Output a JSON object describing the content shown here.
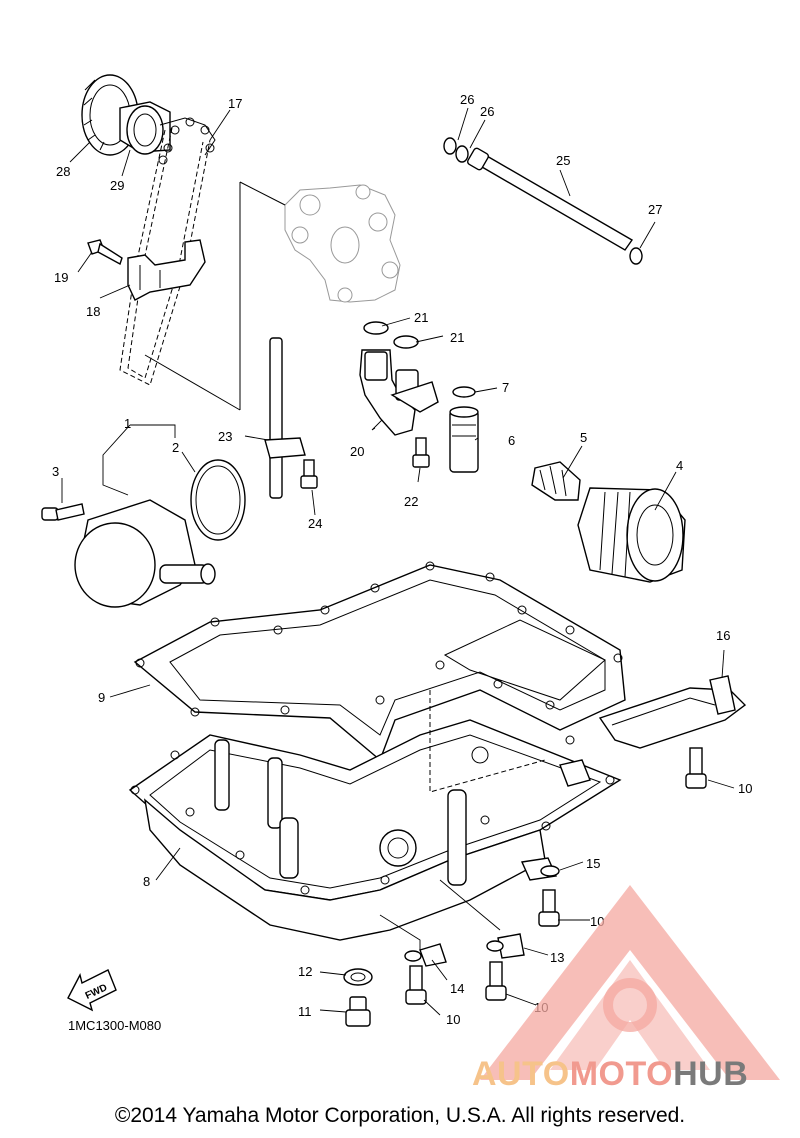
{
  "diagram_code": "1MC1300-M080",
  "copyright": "©2014 Yamaha Motor Corporation, U.S.A. All rights reserved.",
  "fwd_label": "FWD",
  "watermark": {
    "auto": "AUTO",
    "moto": "MOTO",
    "hub": "HUB",
    "colors": {
      "auto": "#f6c38a",
      "moto": "#f19a8f",
      "hub": "#7a7a7a",
      "triangle": "#f4a8a0"
    }
  },
  "callouts": [
    {
      "id": "c1",
      "label": "1"
    },
    {
      "id": "c2",
      "label": "2"
    },
    {
      "id": "c3",
      "label": "3"
    },
    {
      "id": "c4",
      "label": "4"
    },
    {
      "id": "c5",
      "label": "5"
    },
    {
      "id": "c6",
      "label": "6"
    },
    {
      "id": "c7",
      "label": "7"
    },
    {
      "id": "c8",
      "label": "8"
    },
    {
      "id": "c9",
      "label": "9"
    },
    {
      "id": "c10a",
      "label": "10"
    },
    {
      "id": "c10b",
      "label": "10"
    },
    {
      "id": "c10c",
      "label": "10"
    },
    {
      "id": "c10d",
      "label": "10"
    },
    {
      "id": "c11",
      "label": "11"
    },
    {
      "id": "c12",
      "label": "12"
    },
    {
      "id": "c13",
      "label": "13"
    },
    {
      "id": "c14",
      "label": "14"
    },
    {
      "id": "c15",
      "label": "15"
    },
    {
      "id": "c16",
      "label": "16"
    },
    {
      "id": "c17",
      "label": "17"
    },
    {
      "id": "c18",
      "label": "18"
    },
    {
      "id": "c19",
      "label": "19"
    },
    {
      "id": "c20",
      "label": "20"
    },
    {
      "id": "c21a",
      "label": "21"
    },
    {
      "id": "c21b",
      "label": "21"
    },
    {
      "id": "c22",
      "label": "22"
    },
    {
      "id": "c23",
      "label": "23"
    },
    {
      "id": "c24",
      "label": "24"
    },
    {
      "id": "c25",
      "label": "25"
    },
    {
      "id": "c26a",
      "label": "26"
    },
    {
      "id": "c26b",
      "label": "26"
    },
    {
      "id": "c27",
      "label": "27"
    },
    {
      "id": "c28",
      "label": "28"
    },
    {
      "id": "c29",
      "label": "29"
    }
  ]
}
